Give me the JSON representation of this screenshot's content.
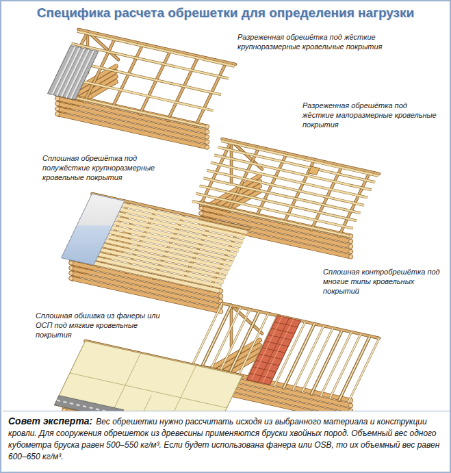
{
  "diagram": {
    "title": "Специфика расчета обрешетки для определения нагрузки",
    "nodes": [
      {
        "text": [
          "Совет эксперта:",
          "Вес обрешетки нужно рассчитать исходя из выбранного материала и конструкции кровли. Для сооружения обрешеток из древесины применяются бруски хвойных пород. Объемный вес одного кубометра бруска равен 500–550 кг/м³. Если будет использована фанера или OSB, то их объемный вес равен 600–650 кг/м³."
        ]
      }
    ],
    "labels": [
      "Разреженная обрешётка под жёсткие крупноразмерные кровельные покрытия",
      "Разреженная обрешётка под жёсткие малоразмерные кровельные покрытия",
      "Сплошная обрешётка под полужёсткие крупноразмерные кровельные покрытия",
      "Сплошная контробрешётка под многие типы кровельных покрытий",
      "Сплошная обшивка из фанеры или ОСП под мягкие кровельные покрытия"
    ]
  }
}
